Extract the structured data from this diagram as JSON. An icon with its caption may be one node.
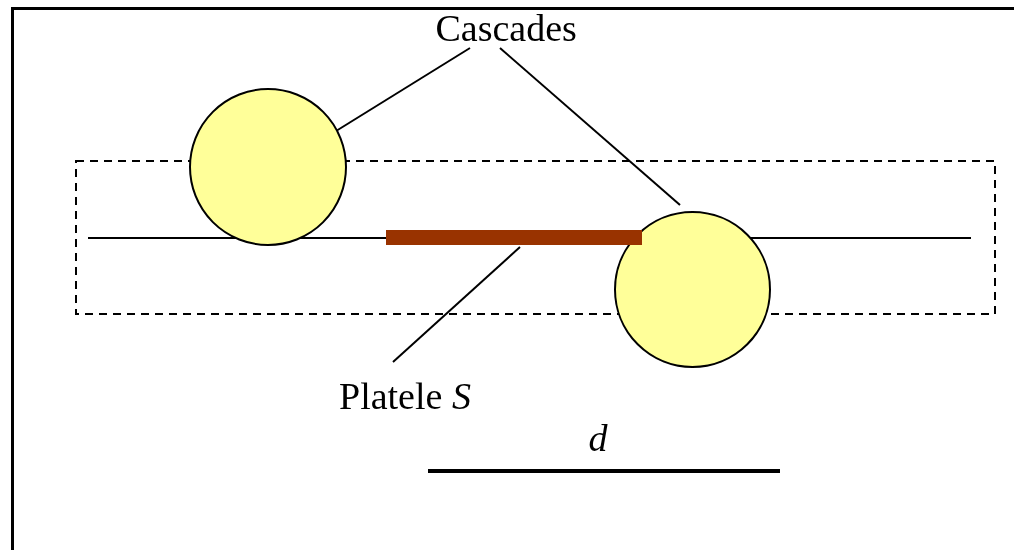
{
  "diagram": {
    "nodes": [
      {
        "text": [
          "Cascades"
        ]
      },
      {
        "text": [],
        "shape": "circle"
      },
      {
        "text": [],
        "shape": "circle"
      },
      {
        "text": [
          "Platele *S*"
        ]
      },
      {
        "text": [],
        "shape": "bar"
      }
    ],
    "edges": [
      {
        "from": 0,
        "to": 1,
        "arrow": "none"
      },
      {
        "from": 0,
        "to": 2,
        "arrow": "none"
      },
      {
        "from": 3,
        "to": 4,
        "arrow": "none"
      }
    ],
    "labels": [
      "*d*"
    ]
  }
}
